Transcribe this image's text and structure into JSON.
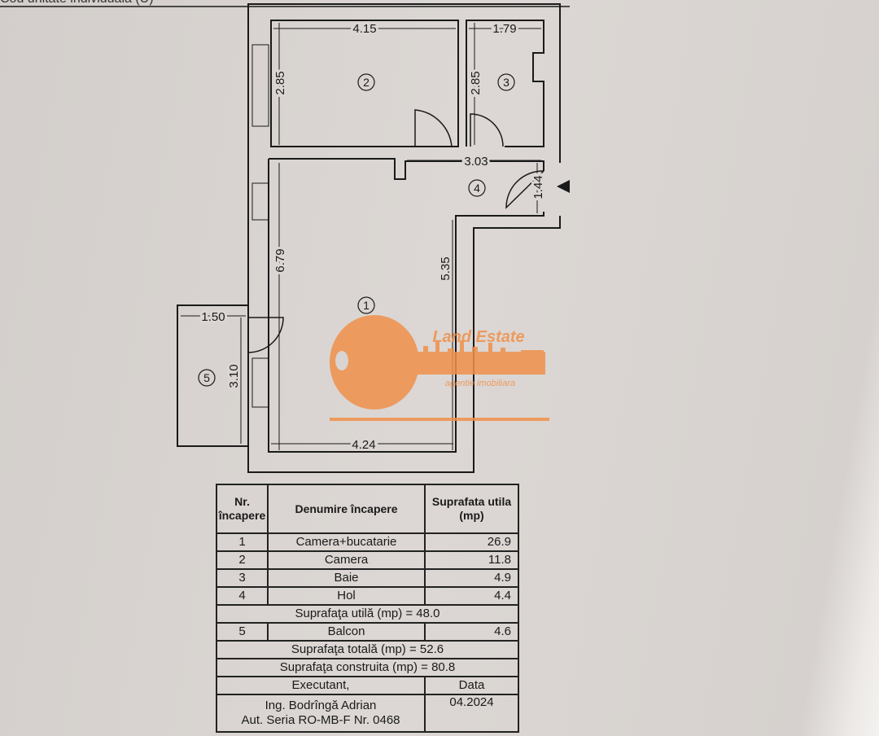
{
  "header_fragment": "Cod unitate individuala (U)",
  "plan": {
    "rooms": [
      "1",
      "2",
      "3",
      "4",
      "5"
    ],
    "dimensions": {
      "room2_width": "4.15",
      "room2_height": "2.85",
      "room3_width": "1.79",
      "room3_height": "2.85",
      "hall_width": "3.03",
      "hall_height": "1.44",
      "room1_height_left": "6.79",
      "room1_height_right": "5.35",
      "room1_width": "4.24",
      "balcony_width": "1.50",
      "balcony_height": "3.10"
    }
  },
  "watermark": {
    "brand": "Land Estate",
    "tagline": "agentie imobiliara",
    "color": "#f0904a"
  },
  "table": {
    "headers": [
      "Nr. încapere",
      "Denumire încapere",
      "Suprafata utila (mp)"
    ],
    "rows": [
      {
        "nr": "1",
        "name": "Camera+bucatarie",
        "area": "26.9"
      },
      {
        "nr": "2",
        "name": "Camera",
        "area": "11.8"
      },
      {
        "nr": "3",
        "name": "Baie",
        "area": "4.9"
      },
      {
        "nr": "4",
        "name": "Hol",
        "area": "4.4"
      }
    ],
    "useful_total": "Suprafaţa utilă (mp) = 48.0",
    "balcony": {
      "nr": "5",
      "name": "Balcon",
      "area": "4.6"
    },
    "total": "Suprafaţa totală (mp) = 52.6",
    "built": "Suprafaţa construita (mp) =  80.8",
    "executant_label": "Executant,",
    "date_label": "Data",
    "executant_name": "Ing. Bodrîngă  Adrian",
    "executant_auth": "Aut. Seria RO-MB-F Nr. 0468",
    "date": "04.2024"
  }
}
